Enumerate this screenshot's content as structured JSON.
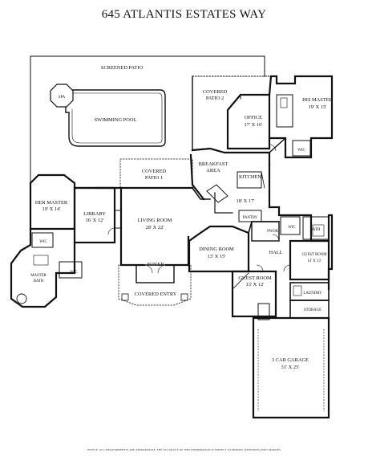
{
  "title": "645 ATLANTIS ESTATES WAY",
  "rooms": {
    "screened_patio": "SCREENED PATIO",
    "spa": "SPA",
    "swimming_pool": "SWIMMING POOL",
    "covered_patio_2": [
      "COVERED",
      "PATIO 2"
    ],
    "office": [
      "OFFICE",
      "17' X 16'"
    ],
    "his_master": [
      "HIS MASTER",
      "19' X 15'"
    ],
    "wic_his": "WIC",
    "breakfast_area": [
      "BREAKFAST",
      "AREA"
    ],
    "kitchen": [
      "KITCHEN",
      "18' X 17'"
    ],
    "pantry": "PANTRY",
    "covered_patio_1": [
      "COVERED",
      "PATIO 1"
    ],
    "her_master": [
      "HER MASTER",
      "19' X 14'"
    ],
    "library": [
      "LIBRARY",
      "16' X 12'"
    ],
    "living_room": [
      "LIVING ROOM",
      "28' X 22'"
    ],
    "foyer": "FOYER",
    "covered_entry": "COVERED ENTRY",
    "dining_room": [
      "DINING ROOM",
      "13' X 15'"
    ],
    "pwdr": "PWDR",
    "wic_hall": "WIC",
    "bath": "BATH",
    "hall": "HALL",
    "guest_room_right": [
      "GUEST ROOM",
      "14' X 13'"
    ],
    "guest_room_center": [
      "GUEST ROOM",
      "13' X 12'"
    ],
    "laundry": "LAUNDRY",
    "storage": "STORAGE",
    "garage": [
      "3 CAR GARAGE",
      "31' X 25'"
    ],
    "wic_left_upper": "WIC",
    "wic_left_lower": "WIC",
    "master_bath": [
      "MASTER",
      "BATH"
    ]
  },
  "notice": "NOTICE: ALL MEASUREMENTS ARE APPROXIMATE, THE ACCURACY OF THIS INFORMATION IS SUBJECT TO ERRORS, OMISSIONS AND CHANGES"
}
